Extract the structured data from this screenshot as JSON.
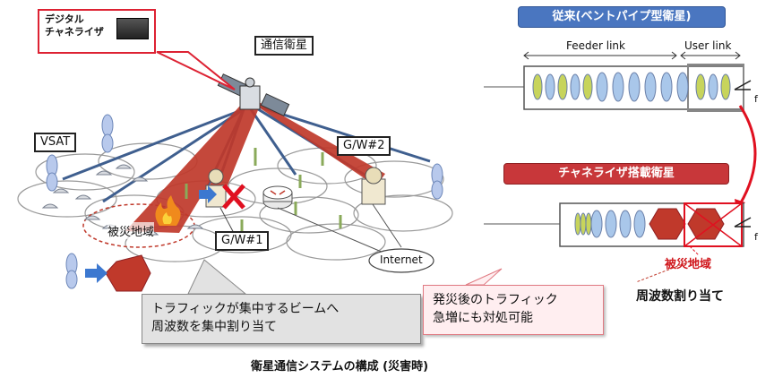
{
  "left": {
    "digital_channelizer_label": "デジタル\nチャネライザ",
    "comm_satellite_label": "通信衛星",
    "vsat_label": "VSAT",
    "gw2_label": "G/W#2",
    "gw1_label": "G/W#1",
    "disaster_area_label": "被災地域",
    "internet_label": "Internet",
    "traffic_callout": "トラフィックが集中するビームへ\n周波数を集中割り当て",
    "caption": "衛星通信システムの構成 (災害時)"
  },
  "right": {
    "conventional_banner": "従来(ベントパイプ型衛星)",
    "feeder_link_label": "Feeder link",
    "user_link_label": "User link",
    "f_label": "f",
    "channelizer_banner": "チャネライザ搭載衛星",
    "disaster_area_label": "被災地域",
    "freq_alloc_label": "周波数割り当て",
    "post_disaster_callout": "発災後のトラフィック\n急増にも対処可能"
  },
  "colors": {
    "beam_red": "#c0392b",
    "beam_blue": "#3f5f8f",
    "banner_blue": "#4a76c0",
    "banner_red": "#c8373a",
    "disaster_red": "#d0171c"
  }
}
